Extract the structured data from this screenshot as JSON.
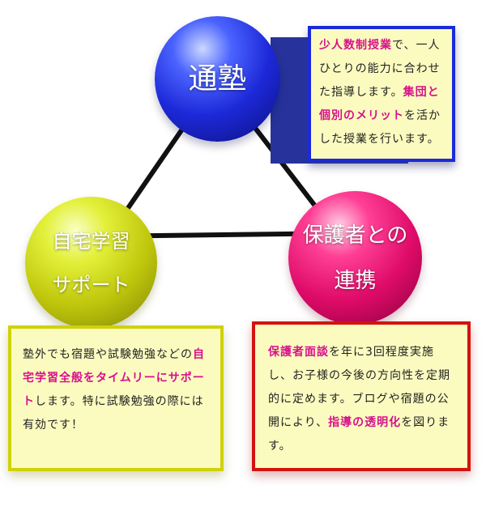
{
  "spheres": {
    "juku": {
      "lines": [
        "通塾"
      ],
      "color": "#1d29d8"
    },
    "jitaku": {
      "lines": [
        "自宅学習",
        "サポート"
      ],
      "color": "#c8d10d"
    },
    "renkei": {
      "lines": [
        "保護者との",
        "連携"
      ],
      "color": "#e0106a"
    }
  },
  "boxes": {
    "juku": {
      "border_color": "#1a2ad8",
      "segments": [
        {
          "text": "少人数制授業",
          "hl": true
        },
        {
          "text": "で、一人ひとりの能力に合わせた指導します。",
          "hl": false
        },
        {
          "text": "集団と個別のメリット",
          "hl": true
        },
        {
          "text": "を活かした授業を行います。",
          "hl": false
        }
      ]
    },
    "jitaku": {
      "border_color": "#cfd20a",
      "segments": [
        {
          "text": "塾外でも宿題や試験勉強などの",
          "hl": false
        },
        {
          "text": "自宅学習全般をタイムリーにサポート",
          "hl": true
        },
        {
          "text": "します。特に試験勉強の際には有効です！",
          "hl": false
        }
      ]
    },
    "renkei": {
      "border_color": "#d1140f",
      "segments": [
        {
          "text": "保護者面談",
          "hl": true
        },
        {
          "text": "を年に3回程度実施し、お子様の今後の方向性を定期的に定めます。ブログや宿題の公開により、",
          "hl": false
        },
        {
          "text": "指導の透明化",
          "hl": true
        },
        {
          "text": "を図ります。",
          "hl": false
        }
      ]
    }
  },
  "colors": {
    "highlight": "#d7118a",
    "box_fill": "#fbfbc0",
    "connector": "#111111"
  }
}
